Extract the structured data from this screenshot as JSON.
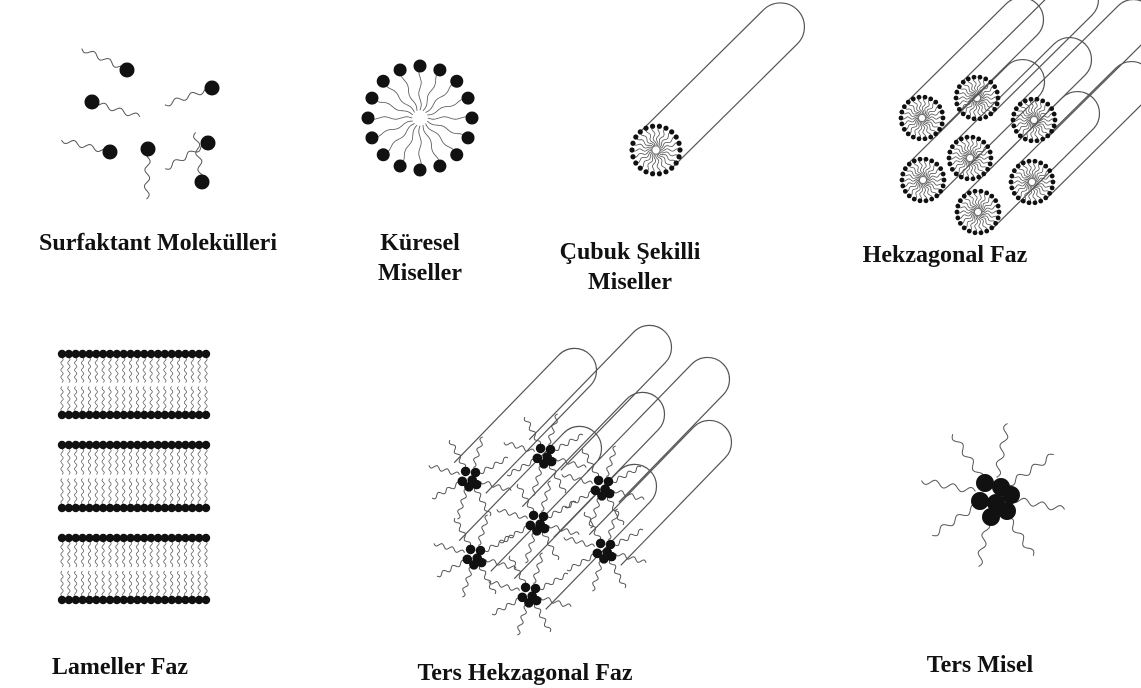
{
  "labels": {
    "surfactant": "Surfaktant Molekülleri",
    "kuresel_line1": "Küresel",
    "kuresel_line2": "Miseller",
    "cubuk_line1": "Çubuk Şekilli",
    "cubuk_line2": "Miseller",
    "hekzagonal": "Hekzagonal Faz",
    "lameller": "Lameller Faz",
    "ters_hekzagonal": "Ters Hekzagonal Faz",
    "ters_misel": "Ters Misel"
  },
  "colors": {
    "ink": "#111111",
    "line": "#555555",
    "background": "#ffffff"
  }
}
